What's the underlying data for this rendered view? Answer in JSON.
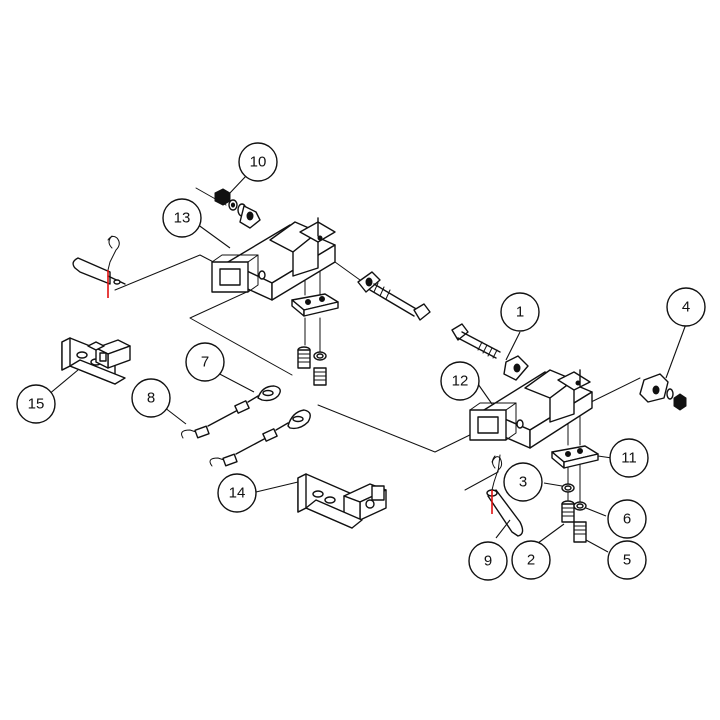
{
  "callouts": [
    {
      "id": "1",
      "label": "1"
    },
    {
      "id": "2",
      "label": "2"
    },
    {
      "id": "3",
      "label": "3"
    },
    {
      "id": "4",
      "label": "4"
    },
    {
      "id": "5",
      "label": "5"
    },
    {
      "id": "6",
      "label": "6"
    },
    {
      "id": "7",
      "label": "7"
    },
    {
      "id": "8",
      "label": "8"
    },
    {
      "id": "9",
      "label": "9"
    },
    {
      "id": "10",
      "label": "10"
    },
    {
      "id": "11",
      "label": "11"
    },
    {
      "id": "12",
      "label": "12"
    },
    {
      "id": "13",
      "label": "13"
    },
    {
      "id": "14",
      "label": "14"
    },
    {
      "id": "15",
      "label": "15"
    }
  ],
  "colors": {
    "line": "#111111",
    "background": "#ffffff",
    "pin_accent": "#e01010"
  }
}
